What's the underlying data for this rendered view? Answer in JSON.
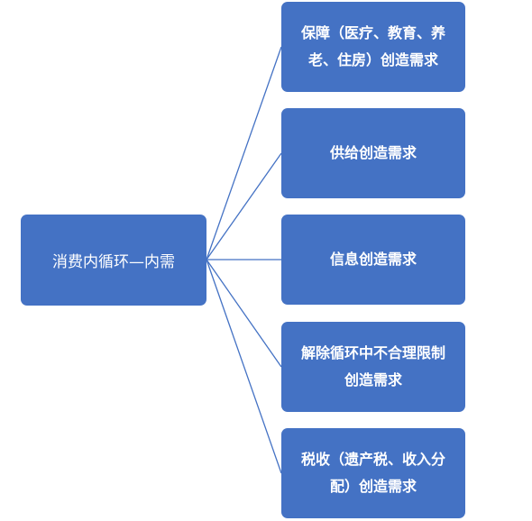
{
  "diagram": {
    "root": {
      "label": "消费内循环—内需"
    },
    "children": [
      {
        "label": "保障（医疗、教育、养\n老、住房）创造需求"
      },
      {
        "label": "供给创造需求"
      },
      {
        "label": "信息创造需求"
      },
      {
        "label": "解除循环中不合理限制\n创造需求"
      },
      {
        "label": "税收（遗产税、收入分\n配）创造需求"
      }
    ],
    "colors": {
      "node_fill": "#4472c4",
      "edge": "#4472c4",
      "text": "#ffffff"
    }
  }
}
